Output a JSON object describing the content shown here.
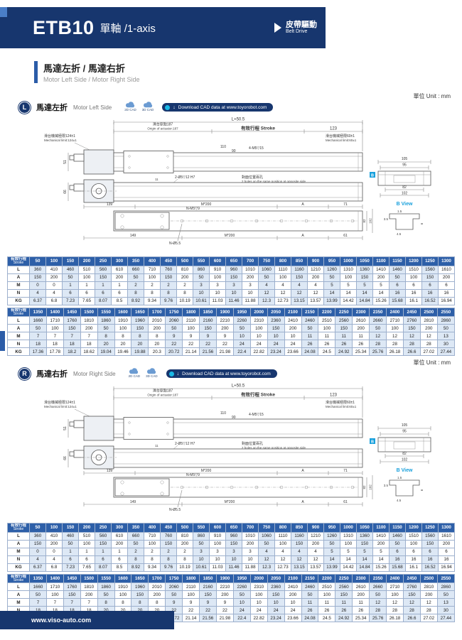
{
  "header": {
    "model": "ETB10",
    "subtitle": "單軸 /1-axis",
    "drive_zh": "皮帶驅動",
    "drive_en": "Belt Drive"
  },
  "section_heading": {
    "title": "馬達左折 / 馬達右折",
    "subtitle": "Motor Left Side / Motor Right Side"
  },
  "unit_label": "單位 Unit : mm",
  "cad_bar": {
    "cad2d": "2D CAD",
    "cad3d": "3D CAD",
    "download": "Download CAD data at www.toyorobot.com"
  },
  "sections": [
    {
      "badge": "L",
      "title_zh": "馬達左折",
      "title_en": "Motor Left Side"
    },
    {
      "badge": "R",
      "title_zh": "馬達右折",
      "title_en": "Motor Right Side"
    }
  ],
  "drawing": {
    "overall_length": "L+50.5",
    "origin_zh": "滑台原點187",
    "origin_en": "Origin of actuator:187",
    "stroke_label": "有效行程 Stroke",
    "dim_123": "123",
    "mech_left_zh": "滑台機械極限124±1",
    "mech_left_en": "Mechanical limit:124±1",
    "mech_right_zh": "滑台機械極限60±1",
    "mech_right_en": "Mechanical limit:60±1",
    "dim_110": "110",
    "dim_90": "90",
    "tap_top": "4-M5▽15",
    "dim_51": "51",
    "dim_66": "66",
    "pin_hole": "2-Ø5▽12 H7",
    "dim_11": "11",
    "dim_50": "50",
    "tap_side": "4-M5▽10",
    "opposite_zh": "對面位置兩孔",
    "opposite_en": "2 holes on the same position at opposite side.",
    "dim_139": "139",
    "pitch": "M*200",
    "dim_A": "A",
    "dim_71": "71",
    "tap_bottom": "N-M5▽9",
    "dim_82": "82",
    "dim_102": "102",
    "dim_149": "149",
    "hole_bottom": "N-Ø5.5",
    "dim_61": "61",
    "end_view": {
      "dim_105": "105",
      "dim_95": "95",
      "dim_82": "82",
      "dim_102": "102",
      "b_marker": "B",
      "label": "B View",
      "dim_1_5": "1.5",
      "dim_3_5": "3.5",
      "dim_6": "6",
      "dim_4_5": "4.5"
    }
  },
  "tables": {
    "t1": {
      "header": "有效行程",
      "header_sub": "Stroke",
      "columns": [
        "50",
        "100",
        "150",
        "200",
        "250",
        "300",
        "350",
        "400",
        "450",
        "500",
        "550",
        "600",
        "650",
        "700",
        "750",
        "800",
        "850",
        "900",
        "950",
        "1000",
        "1050",
        "1100",
        "1150",
        "1200",
        "1250",
        "1300"
      ],
      "rows": [
        {
          "label": "L",
          "values": [
            "360",
            "410",
            "460",
            "510",
            "560",
            "610",
            "660",
            "710",
            "760",
            "810",
            "860",
            "910",
            "960",
            "1010",
            "1060",
            "1110",
            "1160",
            "1210",
            "1260",
            "1310",
            "1360",
            "1410",
            "1460",
            "1510",
            "1560",
            "1610"
          ]
        },
        {
          "label": "A",
          "values": [
            "150",
            "200",
            "50",
            "100",
            "150",
            "200",
            "50",
            "100",
            "150",
            "200",
            "50",
            "100",
            "150",
            "200",
            "50",
            "100",
            "150",
            "200",
            "50",
            "100",
            "150",
            "200",
            "50",
            "100",
            "150",
            "200"
          ]
        },
        {
          "label": "M",
          "values": [
            "0",
            "0",
            "1",
            "1",
            "1",
            "1",
            "2",
            "2",
            "2",
            "2",
            "3",
            "3",
            "3",
            "3",
            "4",
            "4",
            "4",
            "4",
            "5",
            "5",
            "5",
            "5",
            "6",
            "6",
            "6",
            "6"
          ]
        },
        {
          "label": "N",
          "values": [
            "4",
            "4",
            "6",
            "6",
            "6",
            "6",
            "8",
            "8",
            "8",
            "8",
            "10",
            "10",
            "10",
            "10",
            "12",
            "12",
            "12",
            "12",
            "14",
            "14",
            "14",
            "14",
            "16",
            "16",
            "16",
            "16"
          ]
        },
        {
          "label": "KG",
          "values": [
            "6.37",
            "6.8",
            "7.23",
            "7.65",
            "8.07",
            "8.5",
            "8.92",
            "9.34",
            "9.76",
            "10.19",
            "10.61",
            "11.03",
            "11.46",
            "11.88",
            "12.3",
            "12.73",
            "13.15",
            "13.57",
            "13.99",
            "14.42",
            "14.84",
            "15.26",
            "15.68",
            "16.1",
            "16.52",
            "16.94"
          ]
        }
      ]
    },
    "t2": {
      "header": "有效行程",
      "header_sub": "Stroke",
      "columns": [
        "1350",
        "1400",
        "1450",
        "1500",
        "1550",
        "1600",
        "1650",
        "1700",
        "1750",
        "1800",
        "1850",
        "1900",
        "1950",
        "2000",
        "2050",
        "2100",
        "2150",
        "2200",
        "2250",
        "2300",
        "2350",
        "2400",
        "2450",
        "2500",
        "2550"
      ],
      "rows": [
        {
          "label": "L",
          "values": [
            "1660",
            "1710",
            "1760",
            "1810",
            "1860",
            "1910",
            "1960",
            "2010",
            "2060",
            "2110",
            "2160",
            "2210",
            "2260",
            "2310",
            "2360",
            "2410",
            "2460",
            "2510",
            "2560",
            "2610",
            "2660",
            "2710",
            "2760",
            "2810",
            "2860"
          ]
        },
        {
          "label": "A",
          "values": [
            "50",
            "100",
            "150",
            "200",
            "50",
            "100",
            "150",
            "200",
            "50",
            "100",
            "150",
            "200",
            "50",
            "100",
            "150",
            "200",
            "50",
            "100",
            "150",
            "200",
            "50",
            "100",
            "150",
            "200",
            "50"
          ]
        },
        {
          "label": "M",
          "values": [
            "7",
            "7",
            "7",
            "7",
            "8",
            "8",
            "8",
            "8",
            "9",
            "9",
            "9",
            "9",
            "10",
            "10",
            "10",
            "10",
            "11",
            "11",
            "11",
            "11",
            "12",
            "12",
            "12",
            "12",
            "13"
          ]
        },
        {
          "label": "N",
          "values": [
            "18",
            "18",
            "18",
            "18",
            "20",
            "20",
            "20",
            "20",
            "22",
            "22",
            "22",
            "22",
            "24",
            "24",
            "24",
            "24",
            "26",
            "26",
            "26",
            "26",
            "28",
            "28",
            "28",
            "28",
            "30"
          ]
        },
        {
          "label": "KG",
          "values": [
            "17.36",
            "17.78",
            "18.2",
            "18.62",
            "19.04",
            "19.46",
            "19.88",
            "20.3",
            "20.72",
            "21.14",
            "21.56",
            "21.98",
            "22.4",
            "22.82",
            "23.24",
            "23.66",
            "24.08",
            "24.5",
            "24.92",
            "25.34",
            "25.76",
            "26.18",
            "26.6",
            "27.02",
            "27.44"
          ]
        }
      ]
    }
  },
  "footer": {
    "url": "www.viso-auto.com"
  }
}
